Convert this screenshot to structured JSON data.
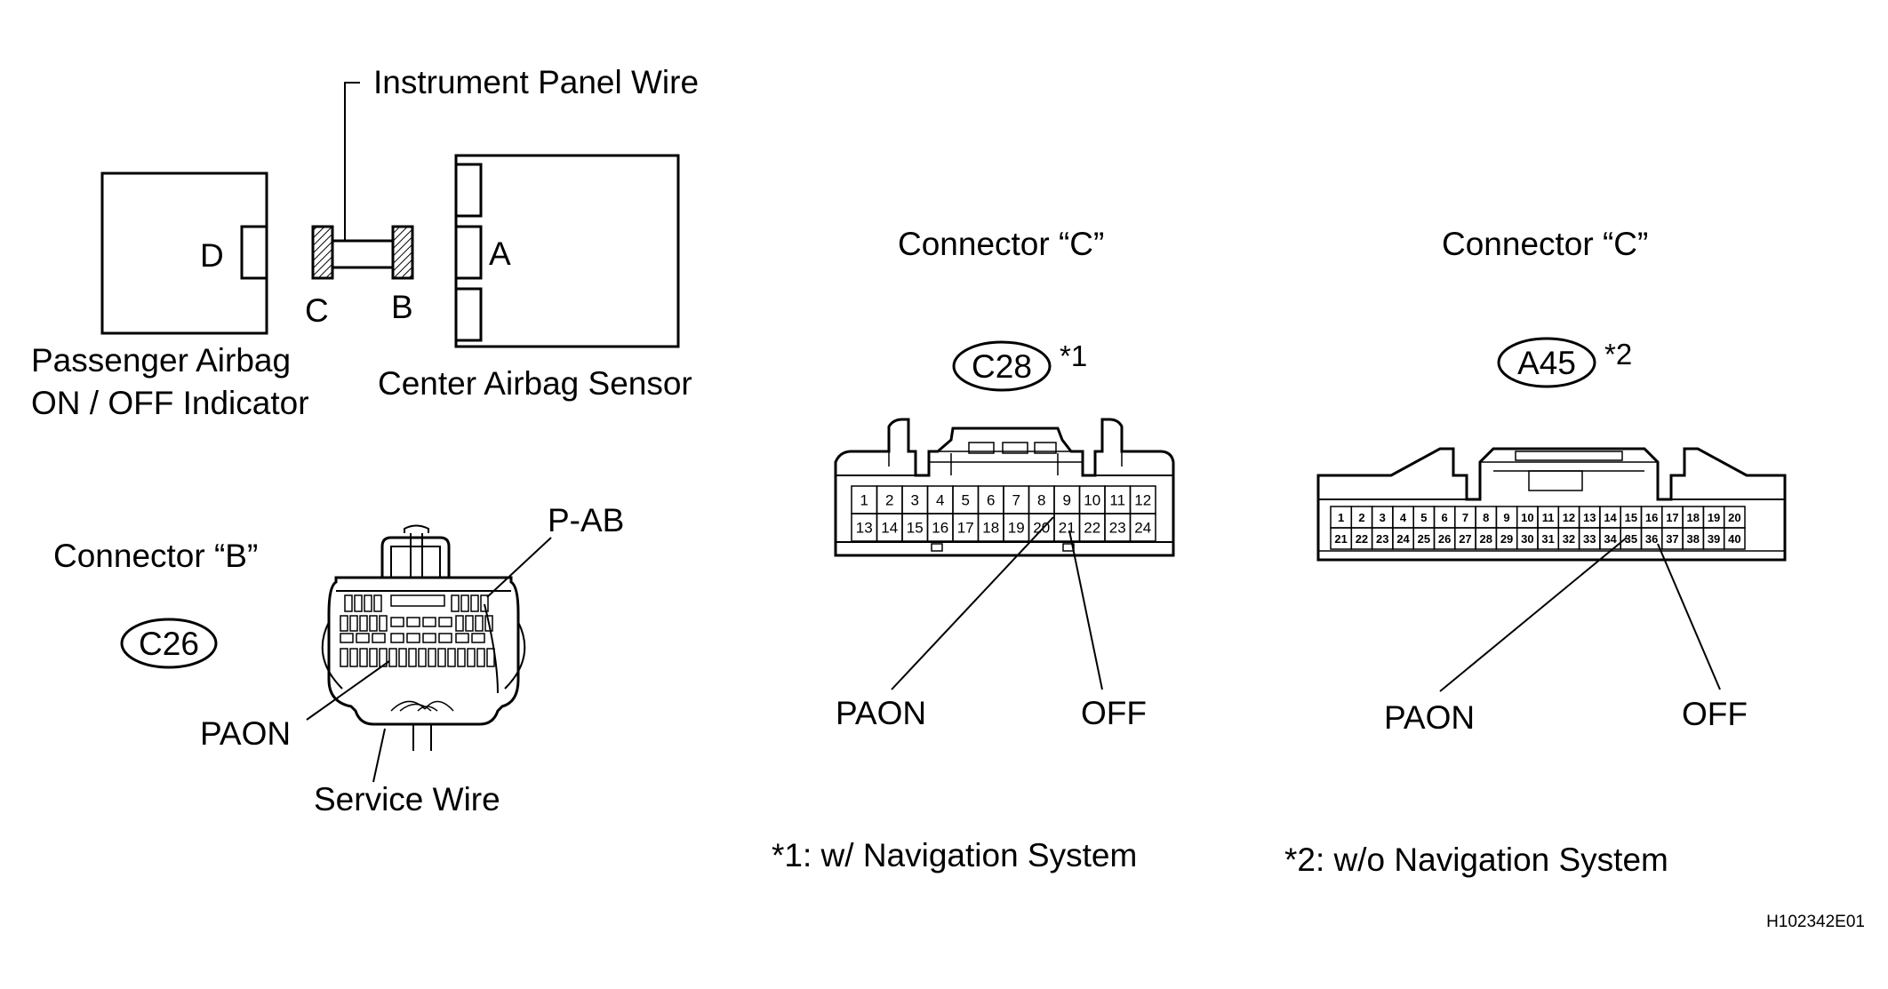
{
  "top_diagram": {
    "instrument_panel_wire": "Instrument Panel Wire",
    "label_d": "D",
    "label_c": "C",
    "label_b": "B",
    "label_a": "A",
    "passenger_indicator_line1": "Passenger Airbag",
    "passenger_indicator_line2": "ON / OFF Indicator",
    "center_sensor": "Center Airbag Sensor"
  },
  "connector_b": {
    "title": "Connector “B”",
    "code": "C26",
    "p_ab": "P-AB",
    "paon": "PAON",
    "service_wire": "Service Wire"
  },
  "connector_c1": {
    "title": "Connector “C”",
    "code": "C28",
    "note_ref": "*1",
    "row1": [
      "1",
      "2",
      "3",
      "4",
      "5",
      "6",
      "7",
      "8",
      "9",
      "10",
      "11",
      "12"
    ],
    "row2": [
      "13",
      "14",
      "15",
      "16",
      "17",
      "18",
      "19",
      "20",
      "21",
      "22",
      "23",
      "24"
    ],
    "paon": "PAON",
    "off": "OFF"
  },
  "connector_c2": {
    "title": "Connector “C”",
    "code": "A45",
    "note_ref": "*2",
    "row1": [
      "1",
      "2",
      "3",
      "4",
      "5",
      "6",
      "7",
      "8",
      "9",
      "10",
      "11",
      "12",
      "13",
      "14",
      "15",
      "16",
      "17",
      "18",
      "19",
      "20"
    ],
    "row2": [
      "21",
      "22",
      "23",
      "24",
      "25",
      "26",
      "27",
      "28",
      "29",
      "30",
      "31",
      "32",
      "33",
      "34",
      "35",
      "36",
      "37",
      "38",
      "39",
      "40"
    ],
    "paon": "PAON",
    "off": "OFF"
  },
  "footnotes": {
    "note1": "*1: w/ Navigation System",
    "note2": "*2: w/o Navigation System"
  },
  "figure_code": "H102342E01"
}
